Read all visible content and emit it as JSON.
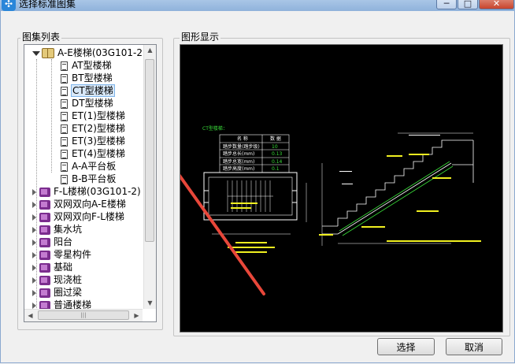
{
  "window": {
    "title": "选择标准图集",
    "buttons": {
      "minimize": "─",
      "maximize": "□",
      "close": "✕"
    }
  },
  "left_panel": {
    "label": "图集列表",
    "tree": [
      {
        "label": "A-E楼梯(03G101-2)",
        "expanded": true,
        "icon": "open-book-icon",
        "children": [
          "AT型楼梯",
          "BT型楼梯",
          "CT型楼梯",
          "DT型楼梯",
          "ET(1)型楼梯",
          "ET(2)型楼梯",
          "ET(3)型楼梯",
          "ET(4)型楼梯",
          "A-A平台板",
          "B-B平台板"
        ],
        "selected_child": "CT型楼梯"
      },
      {
        "label": "F-L楼梯(03G101-2)",
        "expanded": false,
        "icon": "book-icon"
      },
      {
        "label": "双网双向A-E楼梯",
        "expanded": false,
        "icon": "book-icon"
      },
      {
        "label": "双网双向F-L楼梯",
        "expanded": false,
        "icon": "book-icon"
      },
      {
        "label": "集水坑",
        "expanded": false,
        "icon": "book-icon"
      },
      {
        "label": "阳台",
        "expanded": false,
        "icon": "book-icon"
      },
      {
        "label": "零星构件",
        "expanded": false,
        "icon": "book-icon"
      },
      {
        "label": "基础",
        "expanded": false,
        "icon": "book-icon"
      },
      {
        "label": "现浇桩",
        "expanded": false,
        "icon": "book-icon"
      },
      {
        "label": "圈过梁",
        "expanded": false,
        "icon": "book-icon"
      },
      {
        "label": "普通楼梯",
        "expanded": false,
        "icon": "book-icon"
      }
    ]
  },
  "right_panel": {
    "label": "图形显示",
    "drawing": {
      "heading": "CT型楼梯：",
      "table_headers": [
        "名 称",
        "数 据"
      ],
      "table_rows": [
        [
          "踏步数量(踏步级)",
          "10"
        ],
        [
          "踏步总长(mm)",
          "0.13"
        ],
        [
          "踏步总宽(mm)",
          "0.14"
        ],
        [
          "踏步高度(mm)",
          "0.1"
        ]
      ]
    }
  },
  "footer": {
    "select_label": "选择",
    "cancel_label": "取消"
  },
  "colors": {
    "titlebar": "#a9c6e6",
    "selection": "#d8e8f8",
    "cad_bg": "#000000",
    "cad_white": "#ffffff",
    "cad_green": "#3adf3a",
    "cad_yellow": "#f0f020",
    "arrow_red": "#e8473a"
  }
}
